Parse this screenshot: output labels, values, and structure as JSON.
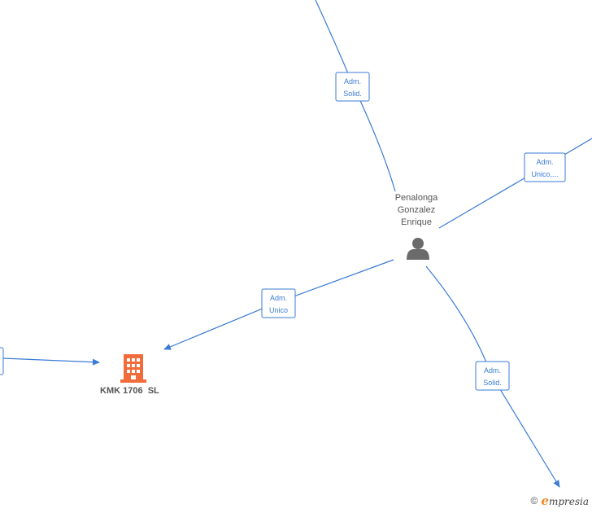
{
  "person": {
    "name_lines": [
      "Penalonga",
      "Gonzalez",
      "Enrique"
    ],
    "icon": "person-icon"
  },
  "company": {
    "name": "KMK 1706  SL",
    "icon": "building-icon",
    "color": "#f26b3a"
  },
  "edges": [
    {
      "id": "edge-top",
      "label": [
        "Adm.",
        "Solid."
      ]
    },
    {
      "id": "edge-right",
      "label": [
        "Adm.",
        "Unico,..."
      ]
    },
    {
      "id": "edge-company",
      "label": [
        "Adm.",
        "Unico"
      ]
    },
    {
      "id": "edge-bottom",
      "label": [
        "Adm.",
        "Solid."
      ]
    }
  ],
  "colors": {
    "edge": "#3a7bd5",
    "node_text": "#555555"
  },
  "footer": {
    "copyright": "©",
    "brand_initial": "e",
    "brand_rest": "mpresia"
  }
}
